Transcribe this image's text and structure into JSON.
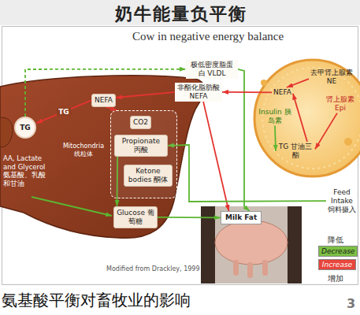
{
  "diagram": {
    "title": "奶牛能量负平衡",
    "caption": "氨基酸平衡对畜牧业的影响",
    "nodes": [
      {
        "text": [
          "TG"
        ]
      },
      {
        "text": [
          "NEFA"
        ]
      },
      {
        "text": [
          "Mitochondria 线粒体"
        ]
      },
      {
        "text": [
          "CO2"
        ],
        "in": 2
      },
      {
        "text": [
          "Propionate 丙酸"
        ],
        "in": 2
      },
      {
        "text": [
          "Ketone bodies 酮体"
        ],
        "in": 2
      },
      {
        "text": [
          "Glucose 葡萄糖"
        ]
      },
      {
        "text": [
          "极低密度脂蛋白 VLDL"
        ]
      },
      {
        "text": [
          "非酯化脂肪酸 NEFA"
        ]
      },
      {
        "text": [
          "去甲肾上腺素 NE"
        ]
      },
      {
        "text": [
          "肾上腺素 Epi"
        ]
      },
      {
        "text": [
          "NEFA"
        ]
      },
      {
        "text": [
          "Insulin 胰岛素"
        ]
      },
      {
        "text": [
          "TG 甘油三酯"
        ]
      },
      {
        "text": [
          "Milk Fat"
        ]
      },
      {
        "text": [
          "Feed Intake 饲料摄入"
        ]
      }
    ],
    "edges": [
      {
        "from": 0,
        "to": 7,
        "arrow": "to"
      },
      {
        "from": 7,
        "to": 14,
        "arrow": "to"
      },
      {
        "from": 8,
        "to": 1,
        "arrow": "to"
      },
      {
        "from": 11,
        "to": 8,
        "arrow": "to"
      },
      {
        "from": 1,
        "to": 0,
        "label": "TG",
        "arrow": "to"
      },
      {
        "from": 1,
        "to": 2,
        "arrow": "to"
      },
      {
        "from": 8,
        "to": 14,
        "arrow": "to"
      },
      {
        "from": 4,
        "to": 6,
        "arrow": "to"
      },
      {
        "from": 15,
        "to": 4,
        "arrow": "to"
      },
      {
        "from": 6,
        "to": 14,
        "arrow": "to"
      },
      {
        "from": 13,
        "to": 11,
        "arrow": "to"
      },
      {
        "from": 12,
        "to": 13,
        "arrow": "to"
      },
      {
        "from": 9,
        "to": 11,
        "arrow": "to"
      },
      {
        "from": 10,
        "to": 13,
        "arrow": "to"
      }
    ],
    "labels": [
      "Cow in negative energy balance",
      "AA, Lactate and Glycerol 氨基酸、乳酸和甘油",
      "Modified from Drackley, 1999",
      "降低",
      "增加",
      "3"
    ],
    "legend": [
      {
        "text": "Decrease",
        "color": "#7cc043"
      },
      {
        "text": "Increase",
        "color": "#e8453c"
      }
    ]
  }
}
